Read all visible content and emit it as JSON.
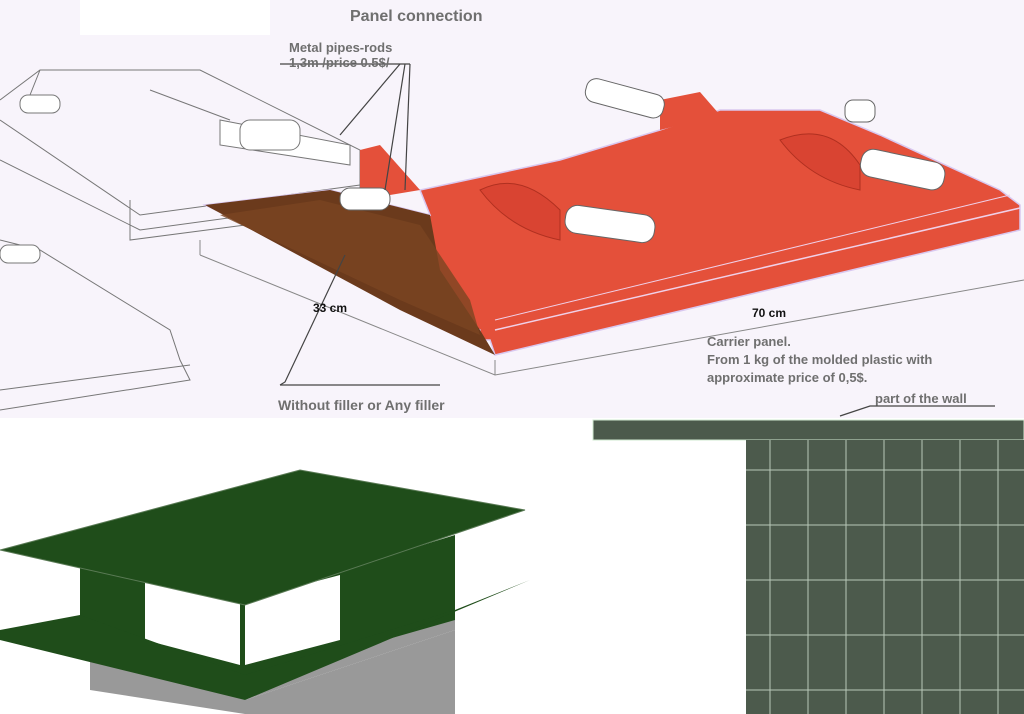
{
  "title": "Panel connection",
  "labels": {
    "pipes_line1": "Metal pipes-rods",
    "pipes_line2": "1,3m /price 0.5$/",
    "width_dim": "33 cm",
    "length_dim": "70 cm",
    "filler": "Without filler or Any filler",
    "carrier_line1": "Carrier panel.",
    "carrier_line2": "From 1 kg of the molded plastic with",
    "carrier_line3": "approximate price of 0,5$.",
    "wall": "part of the wall"
  },
  "colors": {
    "panel": "#e4503a",
    "filler": "#6b3a1c",
    "house_green": "#1f4d1a",
    "wall_panel": "#4c5a4c",
    "text": "#6f6f6f"
  }
}
